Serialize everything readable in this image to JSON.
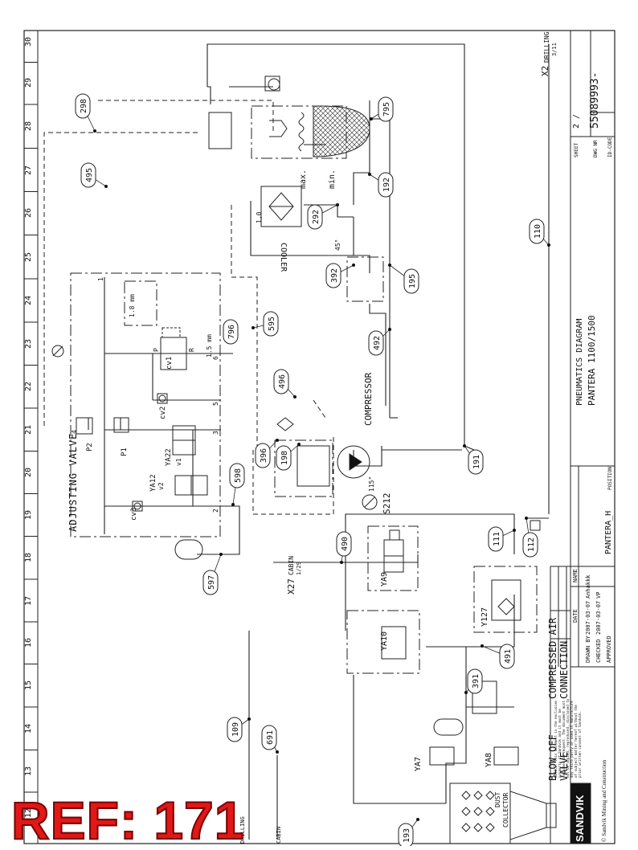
{
  "grid_numbers": [
    "30",
    "29",
    "28",
    "27",
    "26",
    "25",
    "24",
    "23",
    "22",
    "21",
    "20",
    "19",
    "18",
    "17",
    "16",
    "15",
    "14",
    "13",
    "12"
  ],
  "line_tags": [
    "298",
    "495",
    "795",
    "192",
    "292",
    "110",
    "392",
    "195",
    "796",
    "595",
    "492",
    "496",
    "396",
    "198",
    "191",
    "598",
    "597",
    "490",
    "111",
    "112",
    "491",
    "391",
    "109",
    "691",
    "193"
  ],
  "component_labels": {
    "cv1": "cv1",
    "cv2": "cv2",
    "cv3": "cv3",
    "p1": "P1",
    "p2": "P2",
    "ya22": "YA22",
    "v1": "v1",
    "ya12": "YA12",
    "v2": "v2",
    "ya9": "YA9",
    "ya10": "YA10",
    "y127": "Y127",
    "ya7": "YA7",
    "ya8": "YA8",
    "s212": "S212",
    "temp": "115°",
    "port_p": "P",
    "port_r": "R",
    "port_1": "1",
    "port_2": "2",
    "port_3": "3",
    "port_4": "4",
    "port_5": "5",
    "port_6": "6",
    "orifice_18": "1.8 mm",
    "orifice_15": "1.5 mm",
    "orifice_10": "1,0",
    "angle_45": "45°",
    "max": "max.",
    "min": "min."
  },
  "titles": {
    "adjusting_valve": "ADJUSTING VALVE",
    "compressor": "COMPRESSOR",
    "cooler": "COOLER",
    "dust_collector_1": "DUST",
    "dust_collector_2": "COLLECTOR",
    "compressed_air_1": "COMPRESSED AIR",
    "compressed_air_2": "CONNECTION",
    "blow_off_1": "BLOW OFF",
    "blow_off_2": "VALVE",
    "cabin": "CABIN",
    "cabin_ref": "1/29",
    "x27": "X27",
    "x2": "X2",
    "drilling": "DRILLING",
    "drilling_ref": "3/11",
    "cabin_bottom": "CABIN",
    "drilling_bottom": "DRILLING"
  },
  "title_block": {
    "diagram_title": "PNEUMATICS DIAGRAM",
    "model": "PANTERA 1100/1500",
    "position_label": "POSITION",
    "position_value": "PANTERA_H",
    "sheet_label": "SHEET",
    "sheet_value": "2 /",
    "dwg_label": "DWG NR",
    "dwg_value": "55089993-",
    "id_label": "ID-CODE",
    "name_header": "NAME",
    "date_header": "DATE",
    "drawn_label": "DRAWN BY",
    "drawn_date": "2007-03-07",
    "drawn_name": "Anhakkk",
    "checked_label": "CHECKED",
    "checked_date": "2007-03-07",
    "checked_name": "VP",
    "approved_label": "APPROVED",
    "company": "SANDVIK",
    "copyright": "© Sandvik Mining and Construction",
    "notice_1": "NOTICE: This document is the exclusive",
    "notice_2": "property of Sandvik and it must be",
    "notice_3": "returned on request. The document must",
    "notice_4": "not be copied, reproduced, disclosed to",
    "notice_5": "any third party or used in manufacture",
    "notice_6": "of subject matter hereof without the",
    "notice_7": "prior written consent of Sandvik."
  },
  "overlay": {
    "ref_label": "REF: 171",
    "ref_color": "#e01818"
  }
}
